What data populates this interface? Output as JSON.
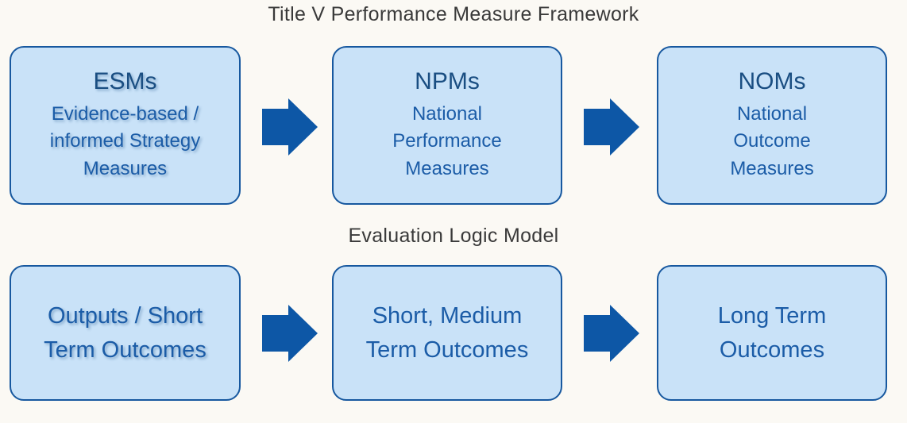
{
  "framework": {
    "title": "Title V Performance Measure Framework",
    "boxes": [
      {
        "heading": "ESMs",
        "body": "Evidence-based /\ninformed Strategy\nMeasures"
      },
      {
        "heading": "NPMs",
        "body": "National\nPerformance\nMeasures"
      },
      {
        "heading": "NOMs",
        "body": "National\nOutcome\nMeasures"
      }
    ]
  },
  "logic_model": {
    "title": "Evaluation Logic Model",
    "boxes": [
      {
        "body": "Outputs / Short\nTerm Outcomes"
      },
      {
        "body": "Short, Medium\nTerm Outcomes"
      },
      {
        "body": "Long Term\nOutcomes"
      }
    ]
  },
  "icons": {
    "arrow": "right-block-arrow"
  },
  "colors": {
    "background": "#FBF9F4",
    "box_fill": "#C9E2F8",
    "box_border": "#17589F",
    "arrow": "#0D57A6",
    "heading_text": "#1A4E82",
    "body_text": "#1B5CA7",
    "title_text": "#3A3A3A"
  }
}
